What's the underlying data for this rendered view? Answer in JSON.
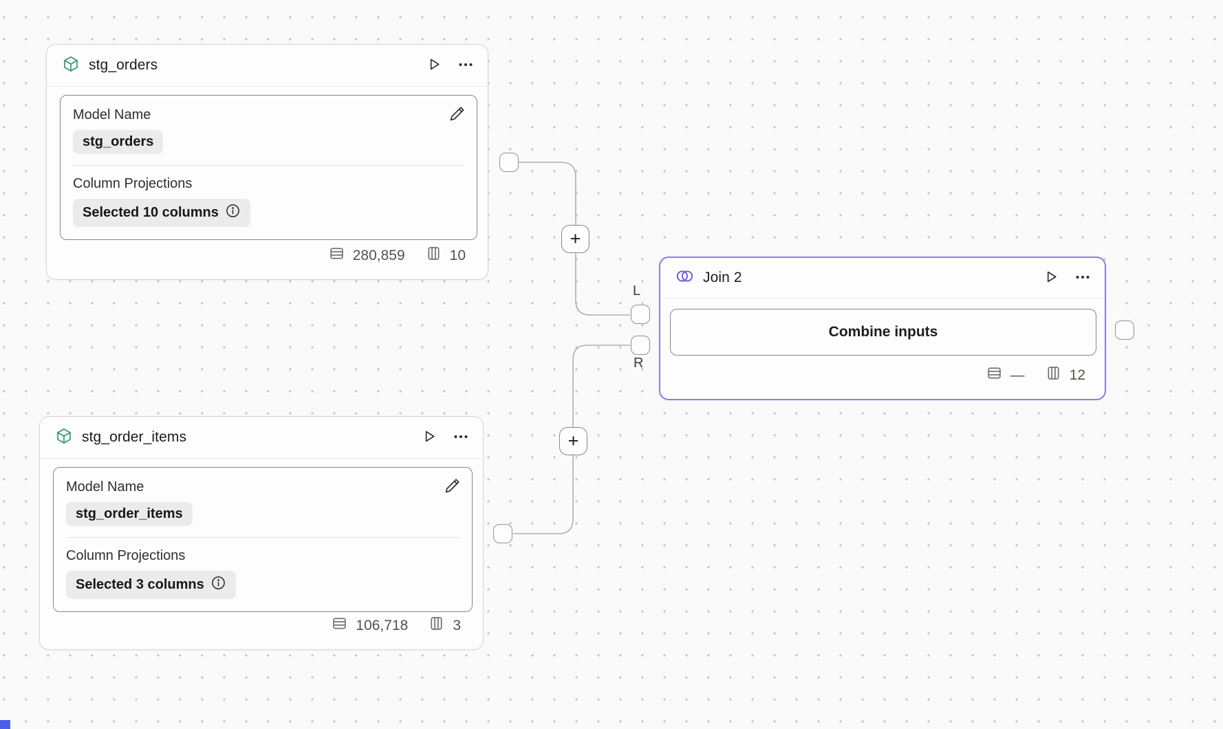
{
  "colors": {
    "canvas_bg": "#fafafa",
    "grid_dot": "#c7c4c0",
    "edge": "#b3afab",
    "node_border": "#d8d5d1",
    "selected_border_purple": "#8b7df2",
    "join_icon_purple": "#6459ee",
    "model_icon_green": "#2e9c68",
    "badge_bg": "#ebebeb",
    "corner_blue": "#4c5fe6"
  },
  "nodes": {
    "stg_orders": {
      "title": "stg_orders",
      "model_name_label": "Model Name",
      "model_name_value": "stg_orders",
      "projections_label": "Column Projections",
      "projections_value": "Selected 10 columns",
      "row_count": "280,859",
      "column_count": "10"
    },
    "stg_order_items": {
      "title": "stg_order_items",
      "model_name_label": "Model Name",
      "model_name_value": "stg_order_items",
      "projections_label": "Column Projections",
      "projections_value": "Selected 3 columns",
      "row_count": "106,718",
      "column_count": "3"
    },
    "join": {
      "title": "Join 2",
      "combine_button_label": "Combine inputs",
      "row_count": "—",
      "column_count": "12"
    }
  },
  "connections": {
    "left_port_label": "L",
    "right_port_label": "R",
    "add_step_label": "+"
  }
}
